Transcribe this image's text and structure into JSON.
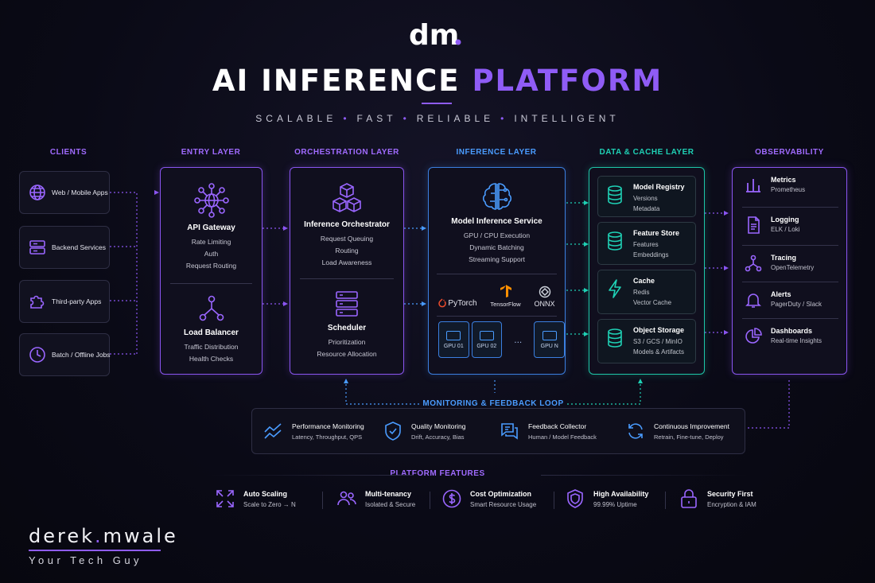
{
  "logo": {
    "text": "dm."
  },
  "title": {
    "part1": "AI INFERENCE",
    "part2": "PLATFORM"
  },
  "tagline": [
    "SCALABLE",
    "FAST",
    "RELIABLE",
    "INTELLIGENT"
  ],
  "columns": {
    "clients": "CLIENTS",
    "entry": "ENTRY LAYER",
    "orchestration": "ORCHESTRATION LAYER",
    "inference": "INFERENCE LAYER",
    "data": "DATA & CACHE LAYER",
    "observability": "OBSERVABILITY"
  },
  "clients": [
    {
      "label": "Web / Mobile Apps",
      "icon": "globe-icon"
    },
    {
      "label": "Backend Services",
      "icon": "server-icon"
    },
    {
      "label": "Third-party Apps",
      "icon": "puzzle-icon"
    },
    {
      "label": "Batch / Offline Jobs",
      "icon": "clock-icon"
    }
  ],
  "entry": {
    "gateway": {
      "title": "API Gateway",
      "lines": [
        "Rate Limiting",
        "Auth",
        "Request Routing"
      ]
    },
    "balancer": {
      "title": "Load Balancer",
      "lines": [
        "Traffic Distribution",
        "Health Checks"
      ]
    }
  },
  "orchestration": {
    "orchestrator": {
      "title": "Inference Orchestrator",
      "lines": [
        "Request Queuing",
        "Routing",
        "Load Awareness"
      ]
    },
    "scheduler": {
      "title": "Scheduler",
      "lines": [
        "Prioritization",
        "Resource Allocation"
      ]
    }
  },
  "inference": {
    "service": {
      "title": "Model Inference Service",
      "lines": [
        "GPU / CPU Execution",
        "Dynamic Batching",
        "Streaming Support"
      ]
    },
    "frameworks": [
      "PyTorch",
      "TensorFlow",
      "ONNX"
    ],
    "gpus": [
      "GPU 01",
      "GPU 02",
      "GPU N"
    ],
    "ellipsis": "..."
  },
  "data": [
    {
      "title": "Model Registry",
      "lines": [
        "Versions",
        "Metadata"
      ],
      "icon": "database-icon"
    },
    {
      "title": "Feature Store",
      "lines": [
        "Features",
        "Embeddings"
      ],
      "icon": "database-icon"
    },
    {
      "title": "Cache",
      "lines": [
        "Redis",
        "Vector Cache"
      ],
      "icon": "lightning-icon"
    },
    {
      "title": "Object Storage",
      "lines": [
        "S3 / GCS / MinIO",
        "Models & Artifacts"
      ],
      "icon": "database-icon"
    }
  ],
  "observability": [
    {
      "title": "Metrics",
      "sub": "Prometheus",
      "icon": "metrics-icon"
    },
    {
      "title": "Logging",
      "sub": "ELK / Loki",
      "icon": "document-icon"
    },
    {
      "title": "Tracing",
      "sub": "OpenTelemetry",
      "icon": "tracing-icon"
    },
    {
      "title": "Alerts",
      "sub": "PagerDuty / Slack",
      "icon": "bell-icon"
    },
    {
      "title": "Dashboards",
      "sub": "Real-time Insights",
      "icon": "pie-chart-icon"
    }
  ],
  "monitoring": {
    "title": "MONITORING & FEEDBACK LOOP",
    "items": [
      {
        "title": "Performance Monitoring",
        "sub": "Latency, Throughput, QPS",
        "icon": "trend-icon"
      },
      {
        "title": "Quality Monitoring",
        "sub": "Drift, Accuracy, Bias",
        "icon": "shield-check-icon"
      },
      {
        "title": "Feedback Collector",
        "sub": "Human / Model Feedback",
        "icon": "chat-icon"
      },
      {
        "title": "Continuous Improvement",
        "sub": "Retrain, Fine-tune, Deploy",
        "icon": "cycle-icon"
      }
    ]
  },
  "features": {
    "title": "PLATFORM FEATURES",
    "items": [
      {
        "title": "Auto Scaling",
        "sub": "Scale to Zero → N",
        "icon": "expand-icon"
      },
      {
        "title": "Multi-tenancy",
        "sub": "Isolated & Secure",
        "icon": "users-icon"
      },
      {
        "title": "Cost Optimization",
        "sub": "Smart Resource Usage",
        "icon": "dollar-icon"
      },
      {
        "title": "High Availability",
        "sub": "99.99% Uptime",
        "icon": "shield-icon"
      },
      {
        "title": "Security First",
        "sub": "Encryption & IAM",
        "icon": "lock-icon"
      }
    ]
  },
  "brand": {
    "name_a": "derek",
    "name_dot": ".",
    "name_b": "mwale",
    "tagline": "Your Tech Guy"
  },
  "colors": {
    "purple": "#8f5cf6",
    "blue": "#3b7fe0",
    "teal": "#1ec7a8",
    "background": "#0a0a16"
  }
}
